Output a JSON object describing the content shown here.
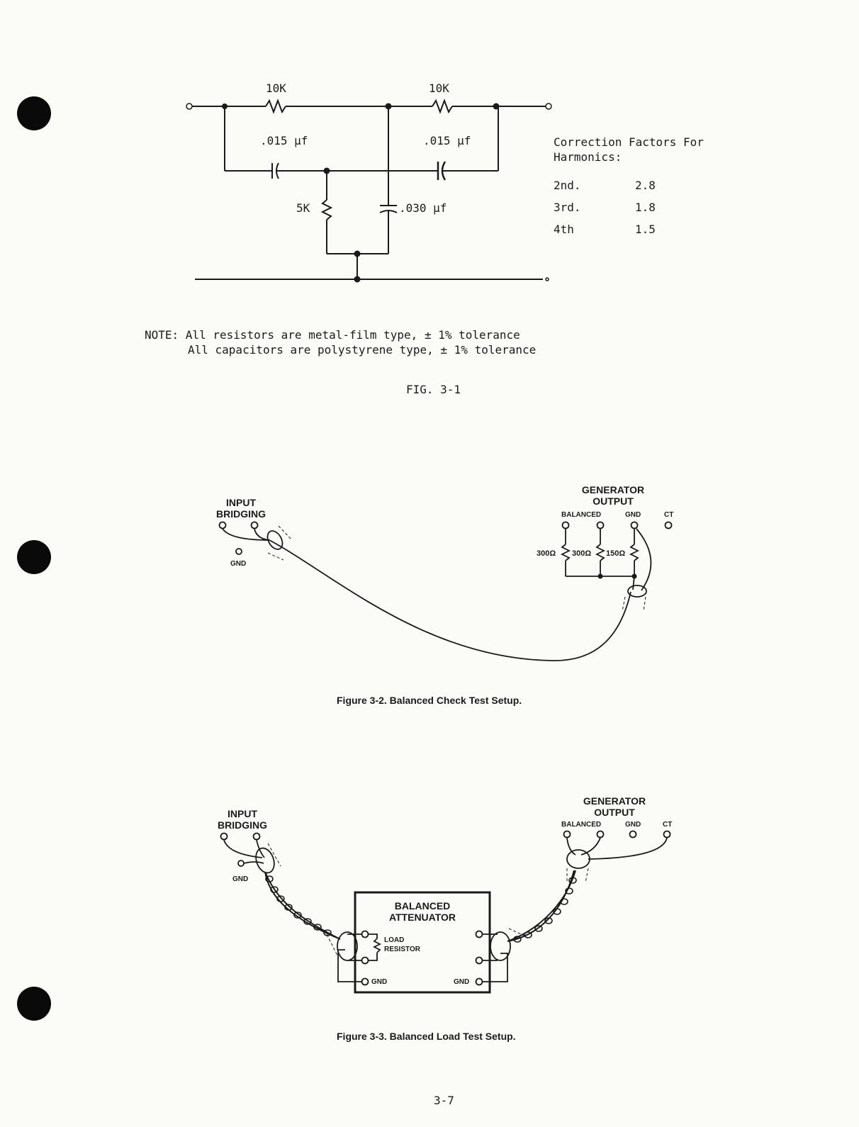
{
  "fig1": {
    "r1": "10K",
    "r2": "10K",
    "c1": ".015 µf",
    "c2": ".015 µf",
    "r3": "5K",
    "c3": ".030 µf",
    "corrections": {
      "title": "Correction Factors For Harmonics:",
      "rows": [
        {
          "harmonic": "2nd.",
          "factor": "2.8"
        },
        {
          "harmonic": "3rd.",
          "factor": "1.8"
        },
        {
          "harmonic": "4th",
          "factor": "1.5"
        }
      ]
    },
    "note_line1": "NOTE: All resistors are metal-film type, ± 1% tolerance",
    "note_line2": "All capacitors are polystyrene type, ± 1% tolerance",
    "caption": "FIG. 3-1"
  },
  "fig2": {
    "input_label_1": "INPUT",
    "input_label_2": "BRIDGING",
    "gnd": "GND",
    "gen_label_1": "GENERATOR",
    "gen_label_2": "OUTPUT",
    "balanced": "BALANCED",
    "gen_gnd": "GND",
    "ct": "CT",
    "r_a": "300Ω",
    "r_b": "300Ω",
    "r_c": "150Ω",
    "caption": "Figure 3-2.  Balanced Check Test Setup."
  },
  "fig3": {
    "input_label_1": "INPUT",
    "input_label_2": "BRIDGING",
    "gnd": "GND",
    "gen_label_1": "GENERATOR",
    "gen_label_2": "OUTPUT",
    "balanced": "BALANCED",
    "gen_gnd": "GND",
    "ct": "CT",
    "box_title_1": "BALANCED",
    "box_title_2": "ATTENUATOR",
    "load_1": "LOAD",
    "load_2": "RESISTOR",
    "box_gnd_left": "GND",
    "box_gnd_right": "GND",
    "caption": "Figure 3-3.  Balanced Load Test Setup."
  },
  "page_number": "3-7"
}
